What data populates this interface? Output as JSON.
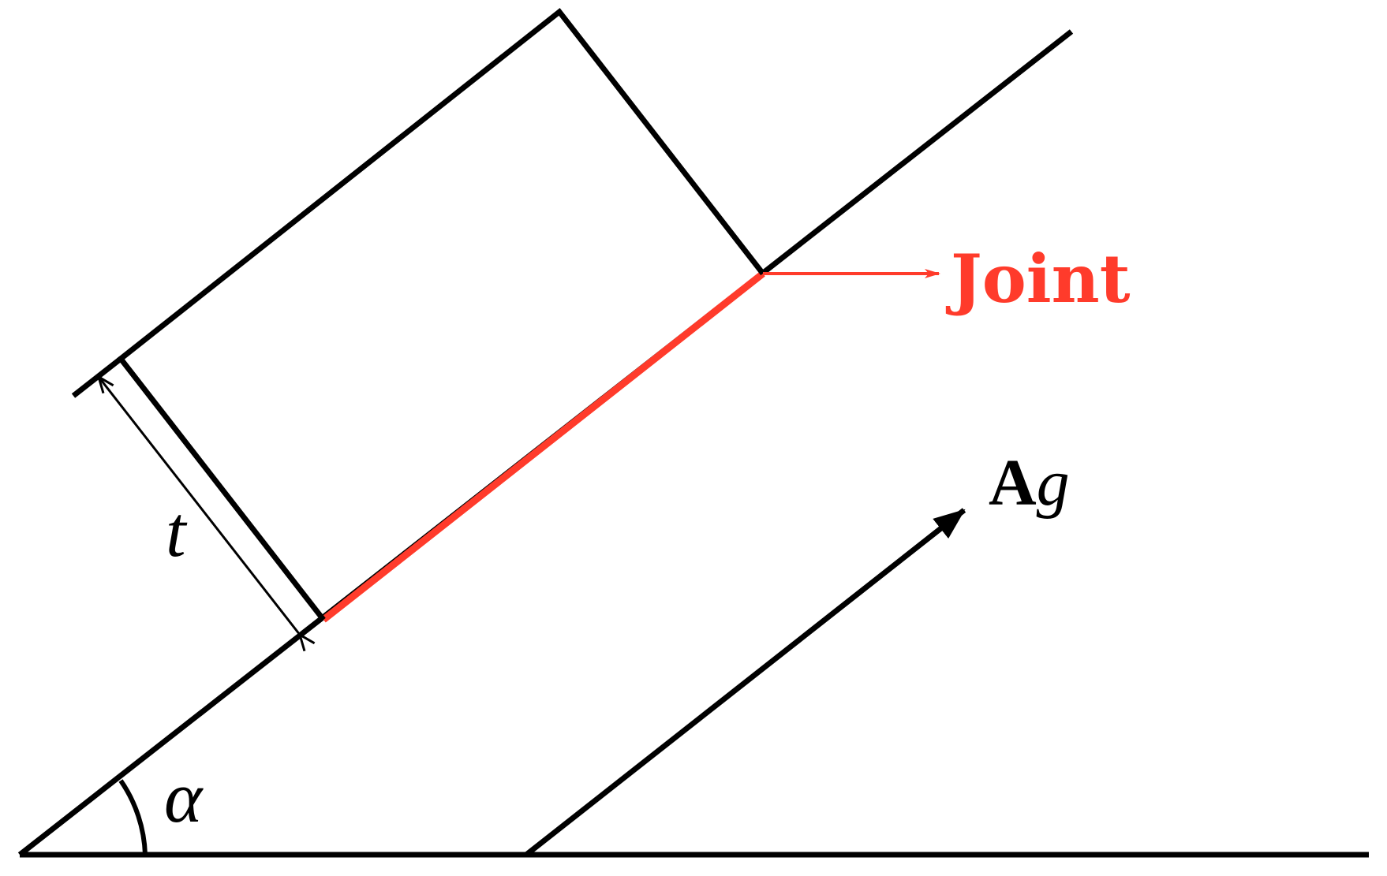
{
  "labels": {
    "joint": "Joint",
    "ag_bold": "A",
    "ag_italic": "g",
    "thickness": "t",
    "angle": "α"
  },
  "colors": {
    "stroke": "#000000",
    "joint": "#ff3b2b",
    "background": "#ffffff"
  }
}
